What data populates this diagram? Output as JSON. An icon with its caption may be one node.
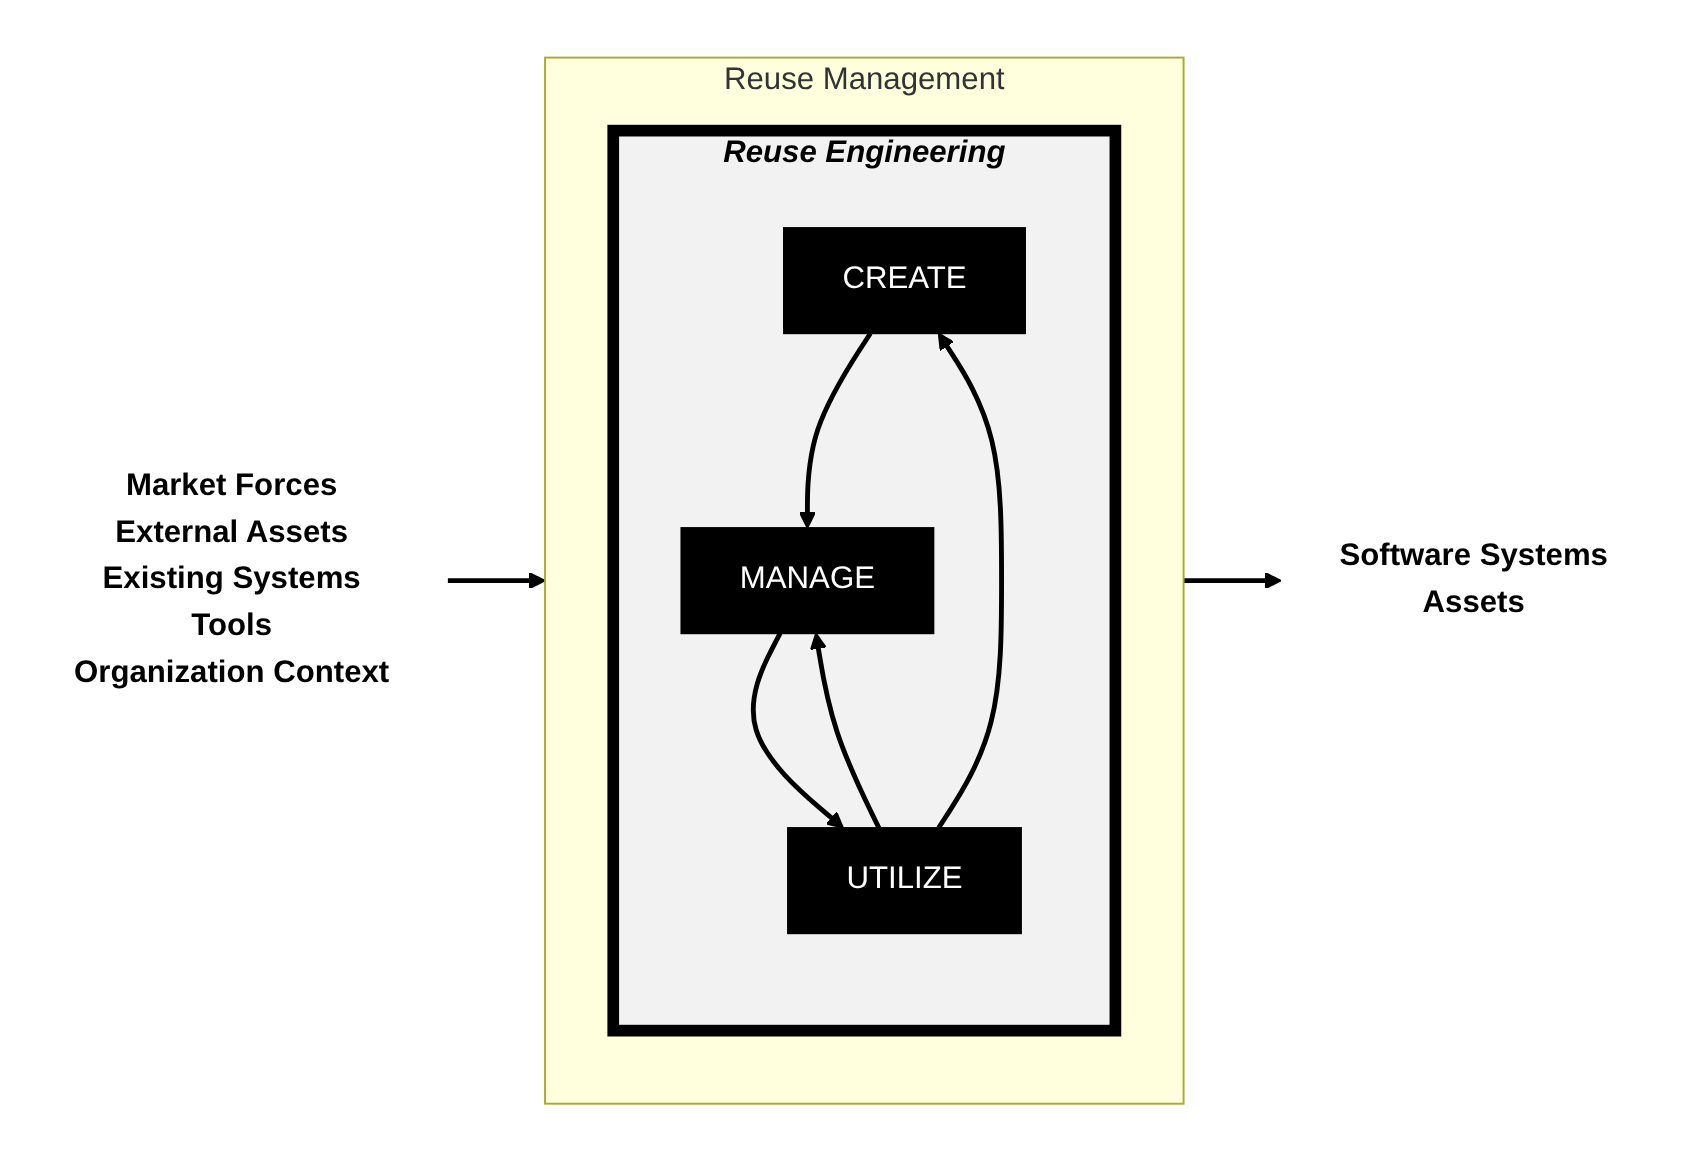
{
  "diagram": {
    "nodes": [
      {
        "text": [
          "Reuse Management"
        ]
      },
      {
        "text": [
          "Reuse Engineering"
        ],
        "in": 0
      },
      {
        "text": [
          "CREATE"
        ],
        "in": 1
      },
      {
        "text": [
          "MANAGE"
        ],
        "in": 1
      },
      {
        "text": [
          "UTILIZE"
        ],
        "in": 1
      },
      {
        "text": [
          "Market Forces",
          "External Assets",
          "Existing Systems",
          "Tools",
          "Organization Context"
        ]
      },
      {
        "text": [
          "Software Systems",
          "Assets"
        ]
      }
    ],
    "edges": [
      {
        "from": 5,
        "to": 0,
        "arrow": "to"
      },
      {
        "from": 0,
        "to": 6,
        "arrow": "to"
      },
      {
        "from": 2,
        "to": 3,
        "arrow": "to"
      },
      {
        "from": 3,
        "to": 4,
        "arrow": "to"
      },
      {
        "from": 4,
        "to": 2,
        "arrow": "to"
      },
      {
        "from": 4,
        "to": 3,
        "arrow": "to"
      }
    ]
  }
}
